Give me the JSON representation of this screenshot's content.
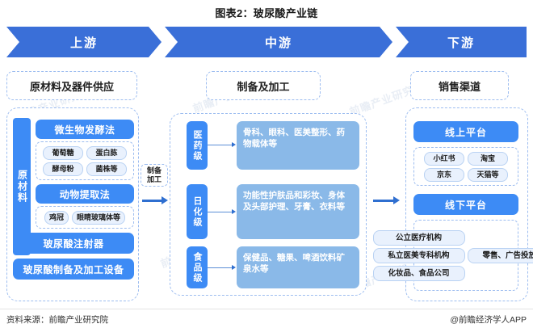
{
  "title": "图表2：玻尿酸产业链",
  "band": {
    "stages": [
      {
        "label": "上游"
      },
      {
        "label": "中游"
      },
      {
        "label": "下游"
      }
    ]
  },
  "headers": {
    "upstream": "原材料及器件供应",
    "midstream": "制备及加工",
    "downstream": "销售渠道"
  },
  "upstream": {
    "vertical_label": "原材料",
    "fermentation": {
      "title": "微生物发酵法",
      "items": [
        "葡萄糖",
        "蛋白胨",
        "酵母粉",
        "菌株等"
      ]
    },
    "animal": {
      "title": "动物提取法",
      "items": [
        "鸡冠",
        "眼睛玻璃体等"
      ]
    },
    "equipment": [
      "玻尿酸注射器",
      "玻尿酸制备及加工设备"
    ]
  },
  "connector": {
    "label_line1": "制备",
    "label_line2": "加工"
  },
  "midstream": {
    "grades": [
      {
        "grade": "医药级",
        "desc": "骨科、眼科、医美整形、药物载体等"
      },
      {
        "grade": "日化级",
        "desc": "功能性护肤品和彩妆、身体及头部护理、牙膏、衣料等"
      },
      {
        "grade": "食品级",
        "desc": "保健品、糖果、啤酒饮料矿泉水等"
      }
    ]
  },
  "downstream": {
    "online": {
      "title": "线上平台",
      "items": [
        "小红书",
        "淘宝",
        "京东",
        "天猫等"
      ]
    },
    "offline": {
      "title": "线下平台",
      "items": [
        "公立医疗机构",
        "私立医美专科机构",
        "化妆品、食品公司",
        "零售、广告投放等"
      ]
    }
  },
  "watermark": "前瞻产业研究院",
  "footer": {
    "source": "资料来源：前瞻产业研究院",
    "app": "@前瞻经济学人APP"
  },
  "colors": {
    "band_blue": "#3a6fd8",
    "box_blue": "#3d8bf5",
    "desc_blue": "#8ab9e8",
    "pill_blue": "#e9f1fd",
    "dash_border": "#9dbdf0"
  }
}
